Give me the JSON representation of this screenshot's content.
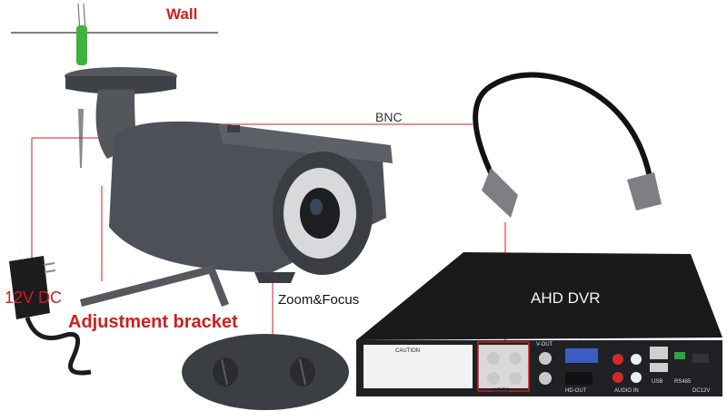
{
  "labels": {
    "wall": "Wall",
    "bnc": "BNC",
    "zoom_focus": "Zoom&Focus",
    "dvr": "AHD DVR",
    "power": "12V DC",
    "bracket": "Adjustment bracket"
  },
  "dvr_panel": {
    "caution": "CAUTION",
    "video_out": "V-OUT",
    "video": "VIDEO",
    "hd_out": "HD-OUT",
    "audio_in": "AUDIO IN",
    "usb": "USB",
    "rs485": "RS485",
    "dc12v": "DC12V"
  },
  "colors": {
    "label_red": "#d41c1c",
    "camera_gray": "#4d5157",
    "dvr_black": "#1a1a1c"
  }
}
